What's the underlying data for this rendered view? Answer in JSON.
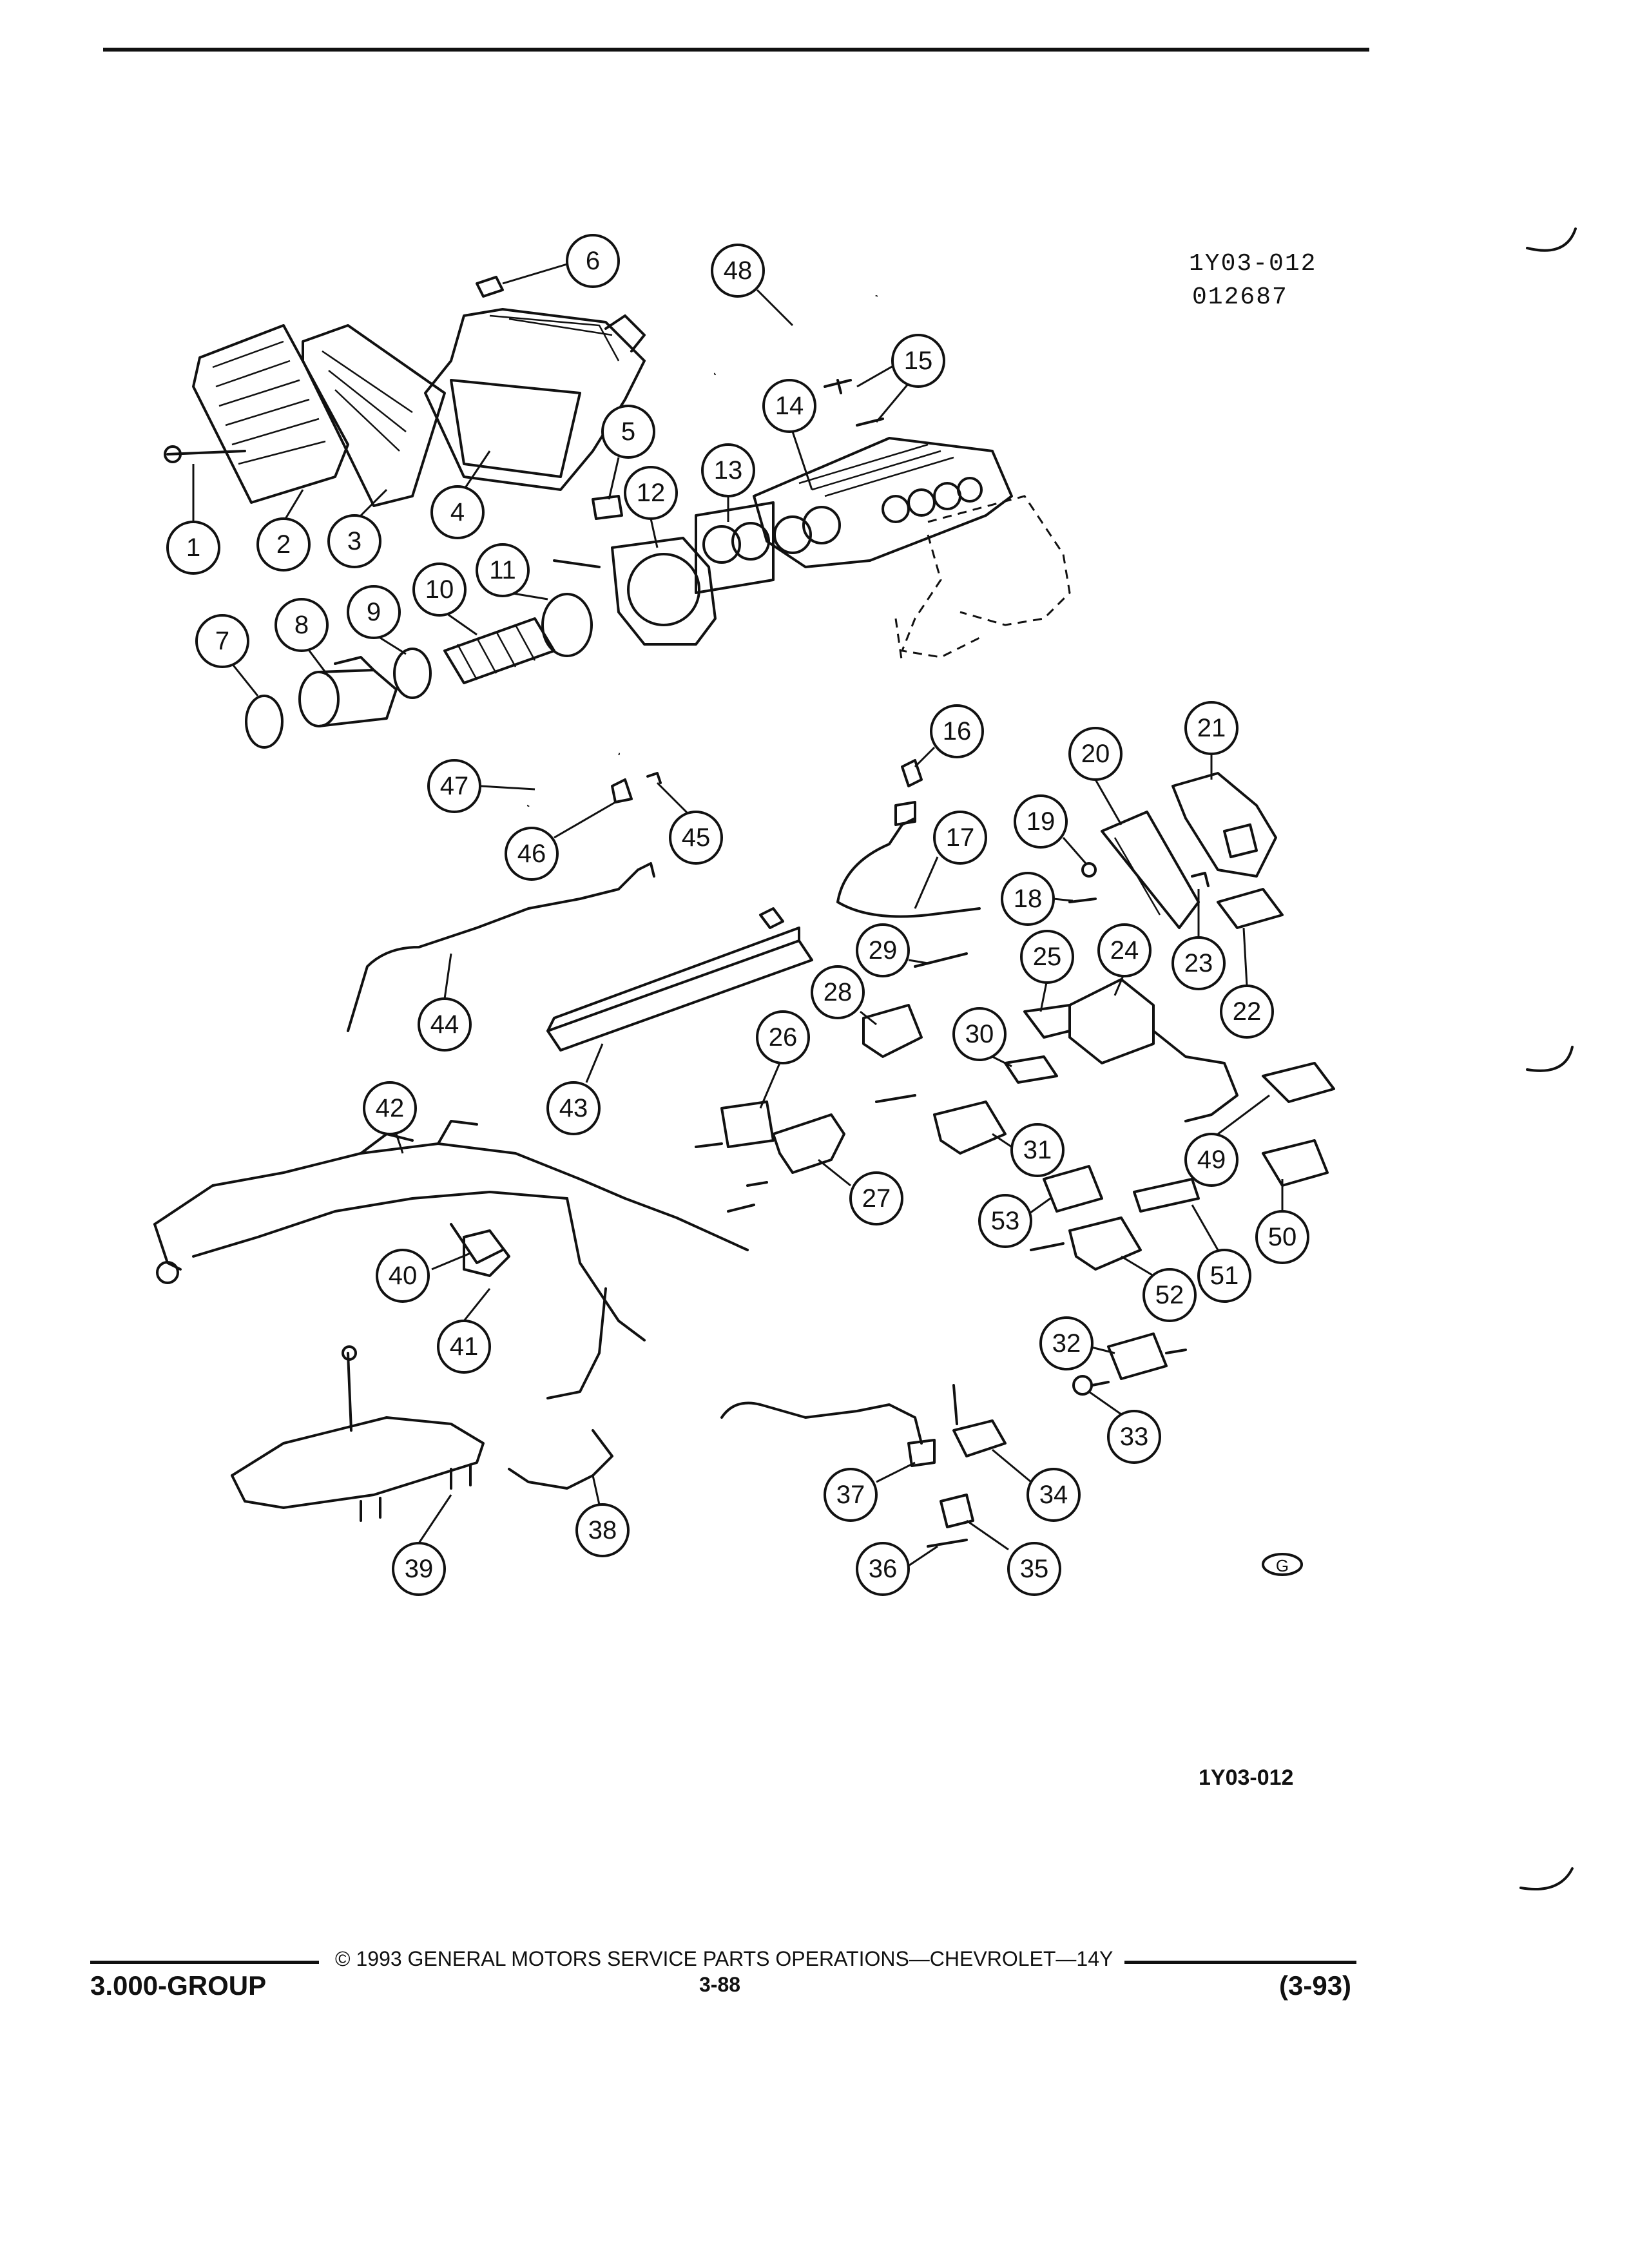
{
  "header": {
    "figure_code": "1Y03-012",
    "figure_number": "012687"
  },
  "diagram": {
    "bottom_code": "1Y03-012",
    "corner_mark": "G",
    "callouts": [
      "1",
      "2",
      "3",
      "4",
      "5",
      "6",
      "7",
      "8",
      "9",
      "10",
      "11",
      "12",
      "13",
      "14",
      "15",
      "16",
      "17",
      "18",
      "19",
      "20",
      "21",
      "22",
      "23",
      "24",
      "25",
      "26",
      "27",
      "28",
      "29",
      "30",
      "31",
      "32",
      "33",
      "34",
      "35",
      "36",
      "37",
      "38",
      "39",
      "40",
      "41",
      "42",
      "43",
      "44",
      "45",
      "46",
      "47",
      "48",
      "49",
      "50",
      "51",
      "52",
      "53"
    ]
  },
  "footer": {
    "copyright": "© 1993 GENERAL MOTORS SERVICE PARTS OPERATIONS—CHEVROLET—14Y",
    "group": "3.000-GROUP",
    "page": "3-88",
    "revision": "(3-93)"
  }
}
